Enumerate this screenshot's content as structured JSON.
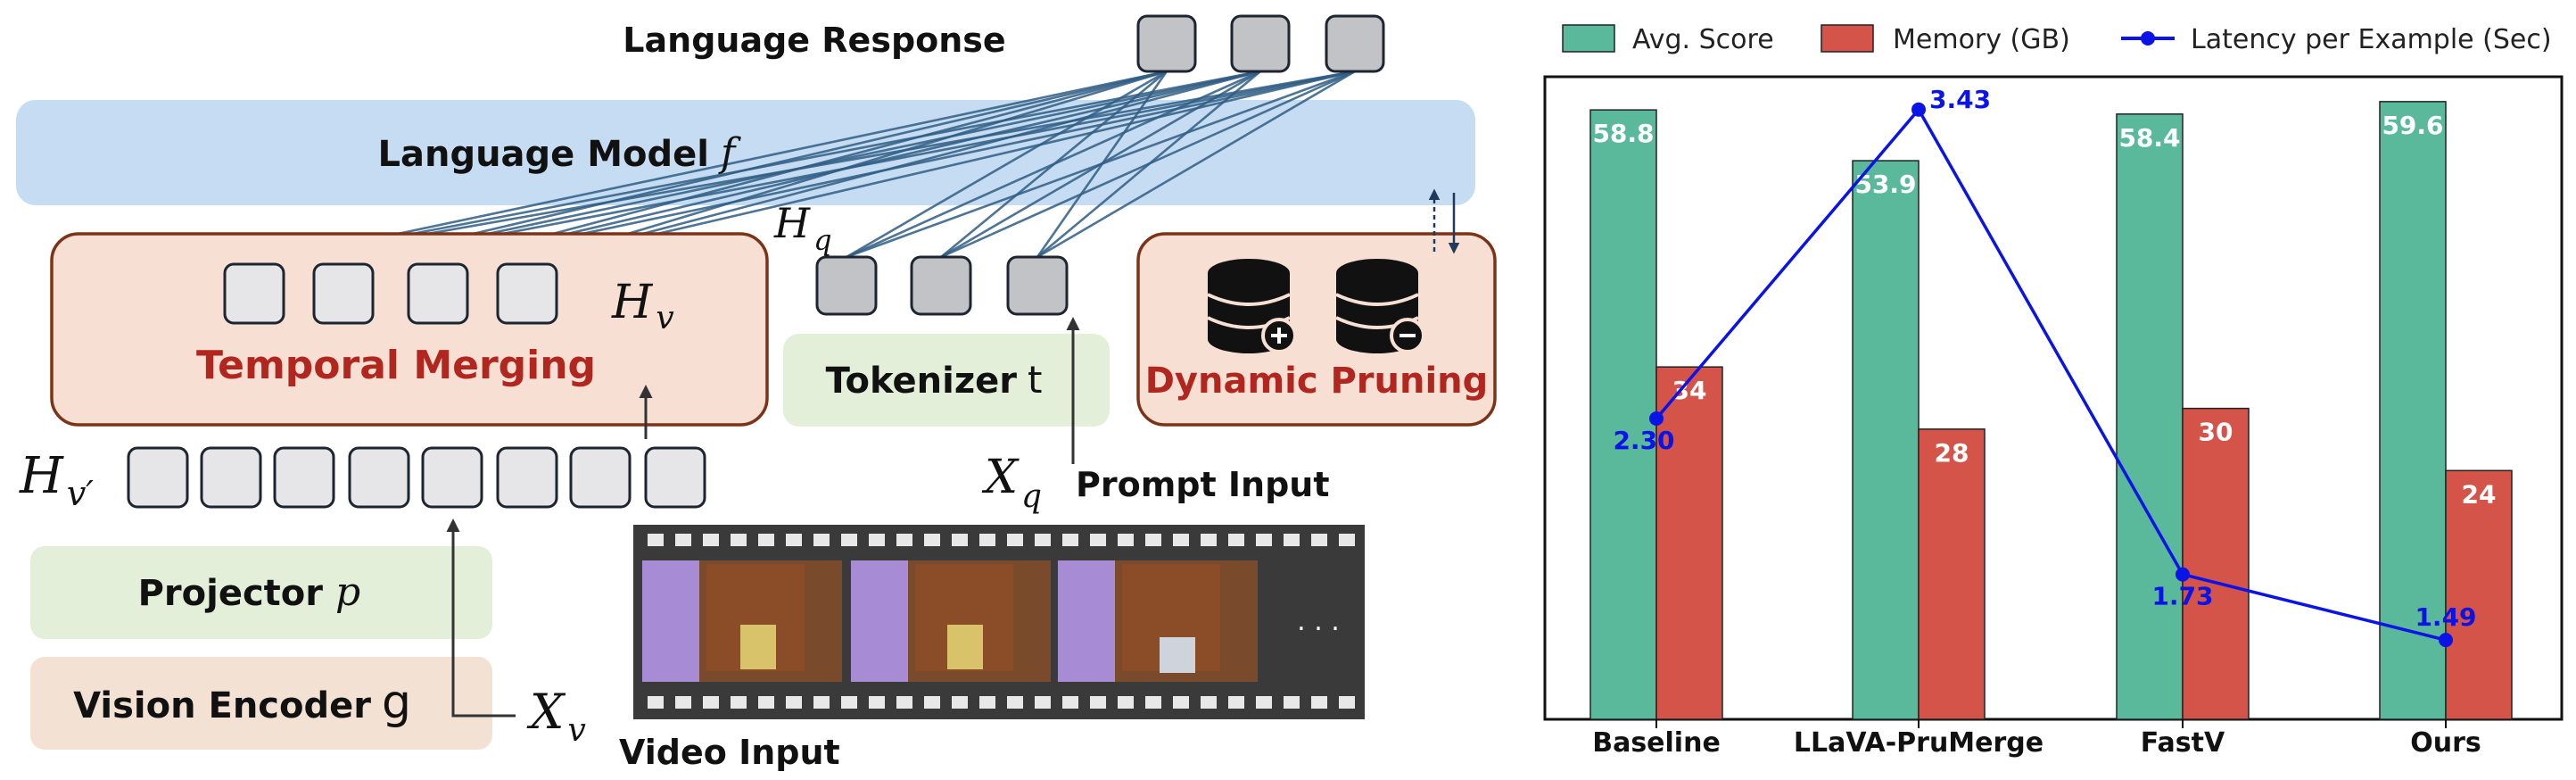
{
  "diagram": {
    "language_response": "Language Response",
    "language_model": {
      "label": "Language Model",
      "symbol": "f"
    },
    "temporal_merging": {
      "label": "Temporal Merging",
      "symbol": "H",
      "subscript": "v"
    },
    "h_q": {
      "symbol": "H",
      "subscript": "q"
    },
    "tokenizer": {
      "label": "Tokenizer",
      "symbol": "t"
    },
    "dynamic_pruning": {
      "label": "Dynamic Pruning"
    },
    "h_v_prime": {
      "symbol": "H",
      "subscript": "v′"
    },
    "projector": {
      "label": "Projector",
      "symbol": "p"
    },
    "vision_encoder": {
      "label": "Vision Encoder",
      "symbol": "g"
    },
    "x_v": {
      "symbol": "X",
      "subscript": "v"
    },
    "x_q": {
      "symbol": "X",
      "subscript": "q"
    },
    "prompt_input": "Prompt Input",
    "video_input": "Video Input",
    "ellipsis": ". . .",
    "colors": {
      "lm": "#c5dcf2",
      "merge": "#f7e0d3",
      "merge_border": "#7b3418",
      "merge_text": "#b1271f",
      "tokenizer": "#e3efd9",
      "projector": "#e3efd9",
      "encoder": "#f3e2d3",
      "film": "#3a3a3a"
    }
  },
  "chart_data": {
    "type": "bar",
    "categories": [
      "Baseline",
      "LLaVA-PruMerge",
      "FastV",
      "Ours"
    ],
    "series": [
      {
        "name": "Avg. Score",
        "kind": "bar",
        "values": [
          58.8,
          53.9,
          58.4,
          59.6
        ],
        "labels": [
          "58.8",
          "53.9",
          "58.4",
          "59.6"
        ],
        "color": "#5bb99b"
      },
      {
        "name": "Memory (GB)",
        "kind": "bar",
        "values": [
          34,
          28,
          30,
          24
        ],
        "labels": [
          "34",
          "28",
          "30",
          "24"
        ],
        "color": "#d4544a"
      },
      {
        "name": "Latency per Example (Sec)",
        "kind": "line",
        "values": [
          2.3,
          3.43,
          1.73,
          1.49
        ],
        "labels": [
          "2.30",
          "3.43",
          "1.73",
          "1.49"
        ],
        "color": "#0a14e6"
      }
    ],
    "ylim": [
      0,
      62
    ],
    "latency_lim": [
      1.2,
      3.55
    ],
    "legend_position": "top",
    "grid": false,
    "title": "",
    "xlabel": "",
    "ylabel": ""
  }
}
